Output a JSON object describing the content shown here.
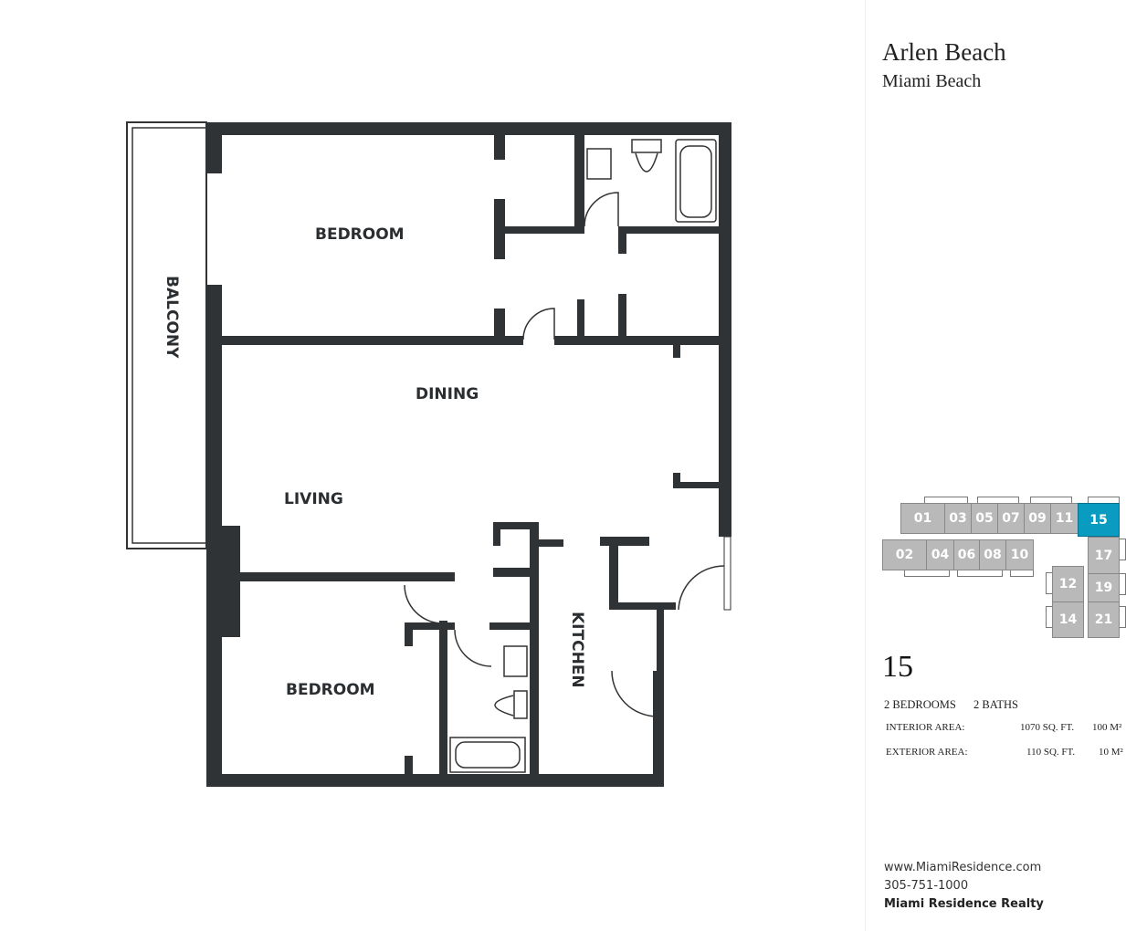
{
  "header": {
    "building": "Arlen Beach",
    "city": "Miami Beach"
  },
  "plan_labels": {
    "bedroom1": "BEDROOM",
    "balcony": "BALCONY",
    "dining": "DINING",
    "living": "LIVING",
    "bedroom2": "BEDROOM",
    "kitchen": "KITCHEN"
  },
  "keyplan": {
    "units": [
      "01",
      "03",
      "05",
      "07",
      "09",
      "11",
      "15",
      "02",
      "04",
      "06",
      "08",
      "10",
      "17",
      "12",
      "19",
      "14",
      "21"
    ],
    "selected": "15",
    "accent": "#0a9bc0"
  },
  "unit": {
    "number": "15",
    "bedrooms": "2 BEDROOMS",
    "baths": "2 BATHS",
    "interior_label": "INTERIOR AREA:",
    "interior_sqft": "1070 SQ. FT.",
    "interior_m2": "100 M²",
    "exterior_label": "EXTERIOR AREA:",
    "exterior_sqft": "110 SQ. FT.",
    "exterior_m2": "10 M²"
  },
  "footer": {
    "website": "www.MiamiResidence.com",
    "phone": "305-751-1000",
    "company": "Miami Residence Realty"
  }
}
